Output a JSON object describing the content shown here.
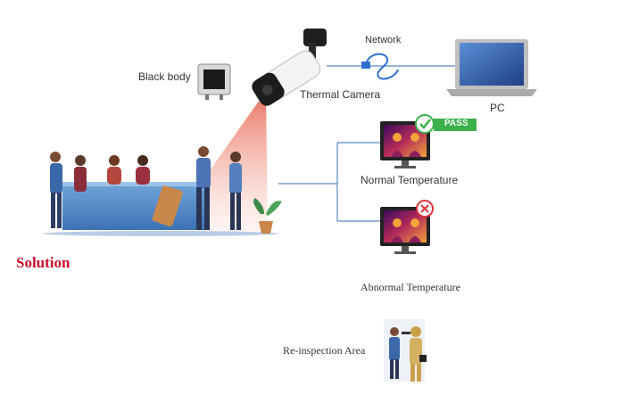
{
  "labels": {
    "black_body": "Black body",
    "thermal_camera": "Thermal Camera",
    "network": "Network",
    "pc": "PC",
    "pass_badge": "PASS",
    "normal_temperature": "Normal Temperature",
    "abnormal_temperature": "Abnormal Temperature",
    "reinspection_area": "Re-inspection Area",
    "solution": "Solution"
  },
  "colors": {
    "connector_line": "#5b86c2",
    "pass_green": "#3cb04a",
    "fail_red": "#d9363e",
    "beam_red": "#e8604c",
    "title_red": "#c8102e"
  },
  "icons": {
    "black_body": "blackbody-device-icon",
    "camera": "thermal-camera-icon",
    "network": "network-cable-icon",
    "pc": "laptop-icon",
    "pass": "check-icon",
    "fail": "cross-icon"
  }
}
